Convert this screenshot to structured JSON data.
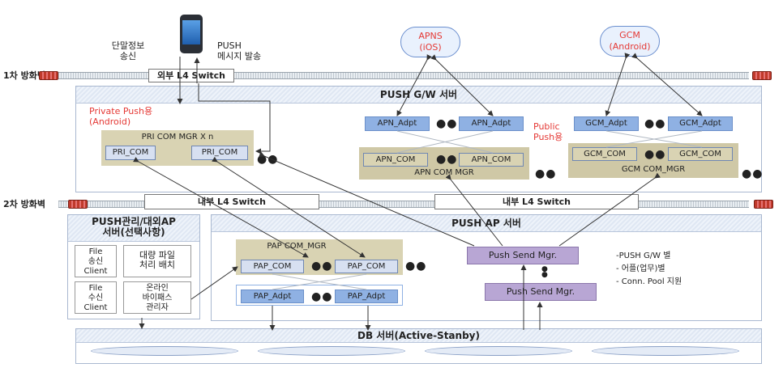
{
  "phone": {
    "left_label": "단말정보\n송신",
    "right_label": "PUSH\n메시지 발송"
  },
  "clouds": {
    "apns": "APNS\n(iOS)",
    "gcm": "GCM\n(Android)"
  },
  "firewalls": {
    "first": "1차 방화벽",
    "second": "2차 방화벽"
  },
  "switches": {
    "external": "외부 L4 Switch",
    "internal_left": "내부 L4 Switch",
    "internal_right": "내부 L4 Switch"
  },
  "gw_server": {
    "title": "PUSH G/W 서버",
    "private_label": "Private Push용\n(Android)",
    "public_label": "Public\nPush용",
    "pri_mgr": "PRI COM MGR X n",
    "pri_com": [
      "PRI_COM",
      "PRI_COM"
    ],
    "apn_adpt": [
      "APN_Adpt",
      "APN_Adpt"
    ],
    "apn_com": [
      "APN_COM",
      "APN_COM"
    ],
    "apn_mgr": "APN COM MGR",
    "gcm_adpt": [
      "GCM_Adpt",
      "GCM_Adpt"
    ],
    "gcm_com": [
      "GCM_COM",
      "GCM_COM"
    ],
    "gcm_mgr": "GCM COM_MGR"
  },
  "mgmt_server": {
    "title": "PUSH관리/대외AP\n서버(선택사항)",
    "items": [
      "File\n송신\nClient",
      "대량 파일\n처리 배치",
      "File\n수신\nClient",
      "온라인\n바이패스\n관리자"
    ]
  },
  "ap_server": {
    "title": "PUSH AP 서버",
    "pap_mgr": "PAP COM_MGR",
    "pap_com": [
      "PAP_COM",
      "PAP_COM"
    ],
    "pap_adpt": [
      "PAP_Adpt",
      "PAP_Adpt"
    ],
    "send_mgr": [
      "Push Send  Mgr.",
      "Push Send  Mgr."
    ],
    "notes": [
      "-PUSH G/W 별",
      "- 어플(업무)별",
      "- Conn. Pool 지원"
    ]
  },
  "db": {
    "title": "DB 서버(Active-Stanby)"
  },
  "dots": "●●"
}
